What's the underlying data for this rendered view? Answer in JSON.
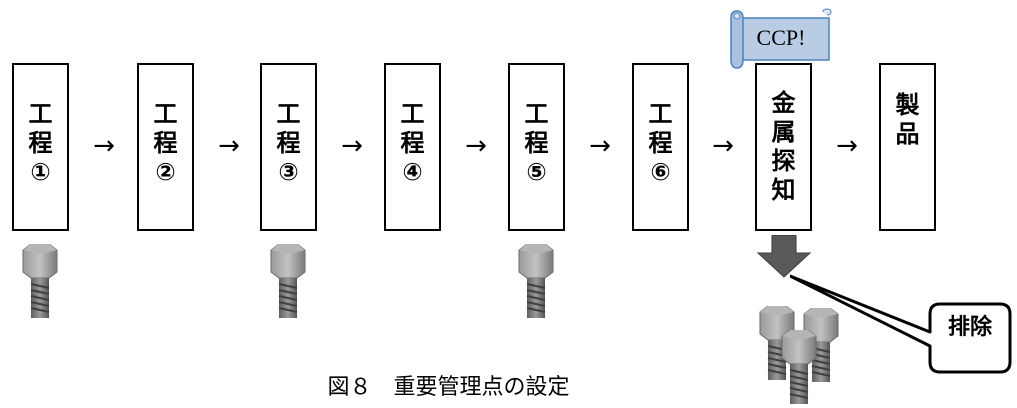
{
  "flow": {
    "boxes": [
      {
        "label": "工\n程\n①"
      },
      {
        "label": "工\n程\n②"
      },
      {
        "label": "工\n程\n③"
      },
      {
        "label": "工\n程\n④"
      },
      {
        "label": "工\n程\n⑤"
      },
      {
        "label": "工\n程\n⑥"
      },
      {
        "label": "金\n属\n探\n知"
      },
      {
        "label": "製\n品"
      }
    ],
    "arrow_symbol": "→"
  },
  "ccp_tag": {
    "text": "CCP!"
  },
  "reject_callout": {
    "text": "排除"
  },
  "caption": "図８　重要管理点の設定",
  "icons": {
    "bolt": "hex-bolt-icon",
    "reject_arrow": "down-arrow-icon"
  },
  "colors": {
    "box_border": "#000000",
    "tag_fill": "#b8cce4",
    "tag_border": "#4f81bd",
    "bolt_head": "#8c8c8c",
    "bolt_shaft": "#6e6e6e",
    "reject_arrow": "#5a5a5a"
  }
}
